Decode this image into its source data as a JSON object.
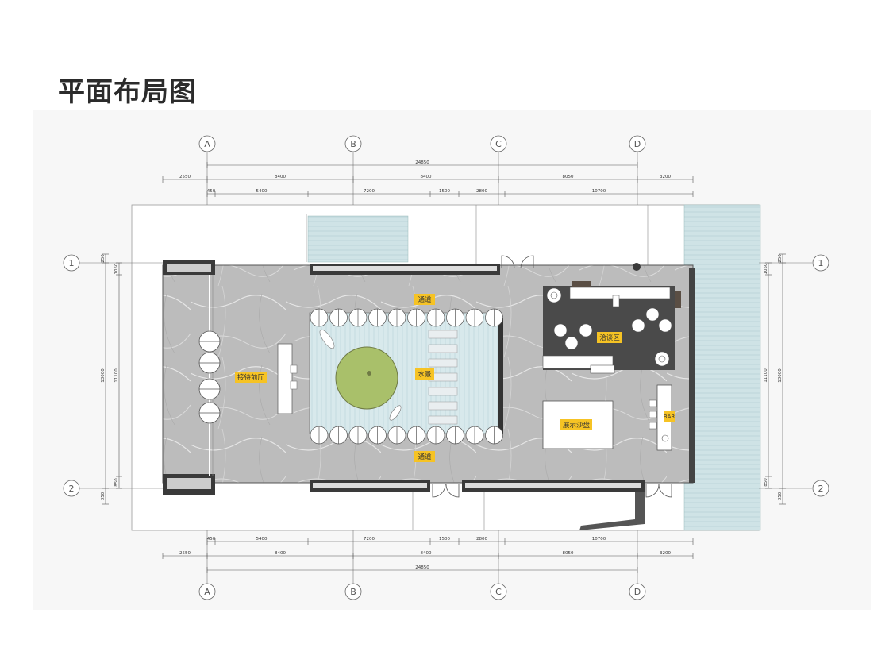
{
  "page_title": "平面布局图",
  "colors": {
    "marble": "#bdbdbd",
    "water": "#cfe3e6",
    "dark_floor": "#4a4a4a",
    "label_bg": "#f6c324",
    "island": "#a9c06a",
    "wall": "#3a3a3a"
  },
  "axes": {
    "columns": [
      "A",
      "B",
      "C",
      "D"
    ],
    "rows": [
      "1",
      "2"
    ]
  },
  "dimensions": {
    "top_total": "24850",
    "top_grid": [
      "2550",
      "8400",
      "8400",
      "8050",
      "3200"
    ],
    "top_detail": [
      "450",
      "5400",
      "7200",
      "1500",
      "2800",
      "10700"
    ],
    "bottom_total": "24850",
    "bottom_grid": [
      "2550",
      "8400",
      "8400",
      "8050",
      "3200"
    ],
    "bottom_detail": [
      "450",
      "5400",
      "7200",
      "1500",
      "2800",
      "10700"
    ],
    "left_outer": [
      "250",
      "13000",
      "350"
    ],
    "left_inner": [
      "1050",
      "11100",
      "850"
    ],
    "right_outer": [
      "250",
      "13000",
      "350"
    ],
    "right_inner": [
      "1050",
      "11100",
      "850"
    ]
  },
  "zones": {
    "reception": "接待前厅",
    "water_feature": "水景",
    "passage_top": "通道",
    "passage_bottom": "通道",
    "negotiation": "洽谈区",
    "model": "展示沙盘",
    "bar": "BAR"
  }
}
